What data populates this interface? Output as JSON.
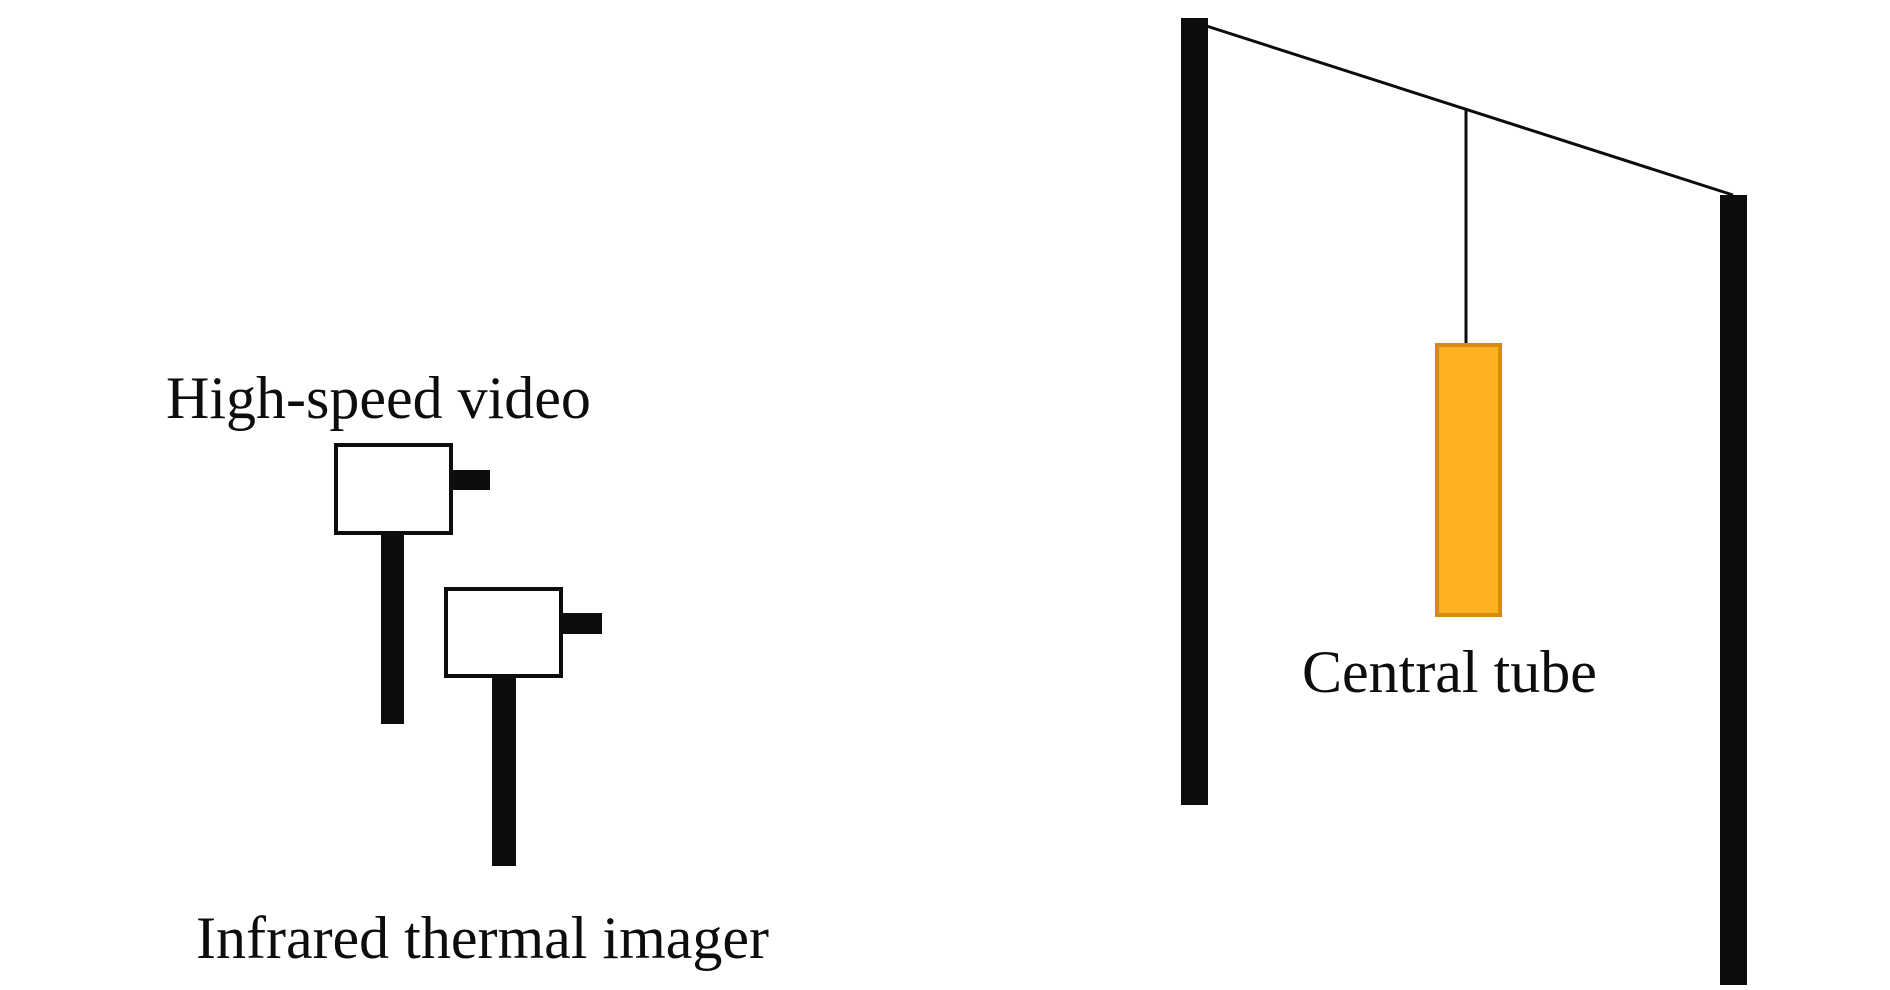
{
  "labels": {
    "high_speed_video": "High-speed video",
    "infrared_thermal_imager": "Infrared thermal imager",
    "central_tube": "Central tube"
  },
  "colors": {
    "ink": "#0d0d0d",
    "tube_fill": "#fdb022",
    "tube_stroke": "#d68a0e",
    "background": "#ffffff"
  }
}
